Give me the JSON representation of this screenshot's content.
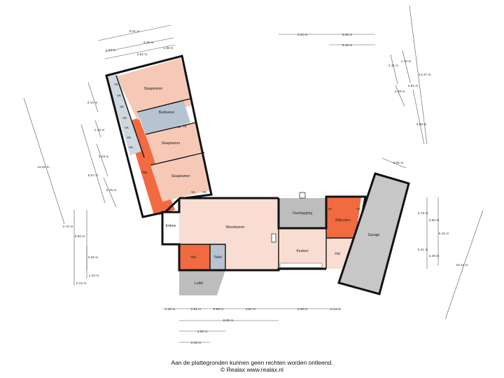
{
  "rooms": {
    "slaapkamer_1": "Slaapkamer",
    "badkamer": "Badkamer",
    "slaapkamer_2": "Slaapkamer",
    "slaapkamer_3": "Slaapkamer",
    "hal_links": "Hal",
    "woonkamer": "Woonkamer",
    "overkapping": "Overkapping",
    "keuken": "Keuken",
    "bijkeuken": "Bijkeuken",
    "hal_rechts": "Hal",
    "garage": "Garage",
    "hal_onder": "Hal",
    "toilet": "Toilet",
    "luifel": "Luifel",
    "entree": "Entree",
    "vk_label": "VK",
    "mk_label": "MK"
  },
  "dimensions": {
    "d_641": "6.41 m",
    "d_449": "4.49 m",
    "d_163": "1.63 m",
    "d_145": "1.45 m",
    "d_292": "2.92 m",
    "d_434": "4.34 m",
    "d_366": "3.66 m",
    "d_318": "3.18 m",
    "d_1247": "12.47 m",
    "d_176": "1.76 m",
    "d_211": "2.11 m",
    "d_291": "2.91 m",
    "d_248": "2.48 m",
    "d_368": "3.68 m",
    "d_300": "3.00 m",
    "d_344": "3.44 m",
    "d_146": "1.46 m",
    "d_1261": "12.61 m",
    "d_319": "3.19 m",
    "d_907": "9.07 m",
    "d_275l": "2.75 m",
    "d_270": "2.70 m",
    "d_590": "5.90 m",
    "d_206": "2.06 m",
    "d_124": "1.24 m",
    "d_212": "2.12 m",
    "d_275r": "2.75 m",
    "d_380": "3.80 m",
    "d_610": "6.10 m",
    "d_331": "3.31 m",
    "d_239": "2.39 m",
    "d_1011": "10.11 m",
    "d_110": "1.10 m",
    "d_291b": "2.91 m",
    "d_089": "0.89 m",
    "d_467": "4.67 m",
    "d_433": "4.33 m",
    "d_114": "1.14 m",
    "d_905": "9.05 m",
    "d_460": "4.60 m",
    "d_346": "3.46 m"
  },
  "footer": {
    "line1": "Aan de plattegronden kunnen geen rechten worden ontleend.",
    "line2": "© Realax www.realax.nl"
  },
  "colors": {
    "bedroom": "#f6c9b6",
    "hall": "#f26a40",
    "bathroom": "#b7c3d0",
    "living": "#f9ddd2",
    "covered": "#bdbdbd",
    "garage": "#c7c7c7",
    "wall": "#111111"
  }
}
